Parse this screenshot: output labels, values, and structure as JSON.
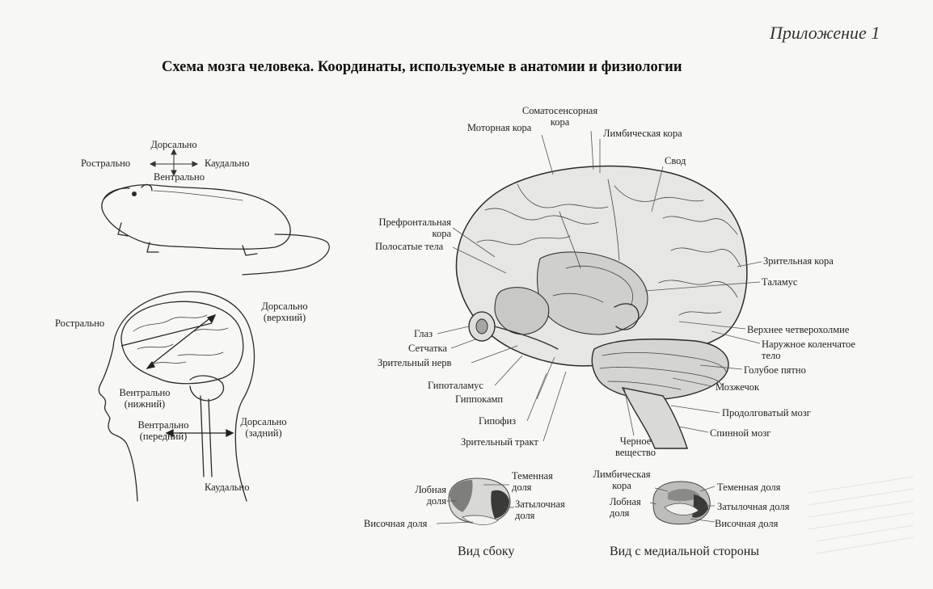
{
  "header": {
    "appendix": "Приложение 1",
    "title": "Схема мозга человека. Координаты, используемые в анатомии и физиологии"
  },
  "rat": {
    "dorsal": "Дорсально",
    "rostral": "Рострально",
    "caudal": "Каудально",
    "ventral": "Вентрально"
  },
  "head": {
    "rostral": "Рострально",
    "dorsal_top_1": "Дорсально",
    "dorsal_top_2": "(верхний)",
    "ventral_lower_1": "Вентрально",
    "ventral_lower_2": "(нижний)",
    "ventral_front_1": "Вентрально",
    "ventral_front_2": "(передний)",
    "dorsal_back_1": "Дорсально",
    "dorsal_back_2": "(задний)",
    "caudal": "Каудально"
  },
  "brain_labels": {
    "somatosensory_1": "Соматосенсорная",
    "somatosensory_2": "кора",
    "motor": "Моторная кора",
    "limbic": "Лимбическая кора",
    "fornix": "Свод",
    "prefrontal_1": "Префронтальная",
    "prefrontal_2": "кора",
    "striatum": "Полосатые тела",
    "visual_cortex": "Зрительная кора",
    "thalamus": "Таламус",
    "eye": "Глаз",
    "superior_colliculus": "Верхнее четверохолмие",
    "retina": "Сетчатка",
    "lgn_1": "Наружное коленчатое",
    "lgn_2": "тело",
    "optic_nerve": "Зрительный нерв",
    "locus_coeruleus": "Голубое пятно",
    "hypothalamus": "Гипоталамус",
    "cerebellum": "Мозжечок",
    "hippocampus": "Гиппокамп",
    "medulla": "Продолговатый мозг",
    "pituitary": "Гипофиз",
    "spinal_cord": "Спинной мозг",
    "optic_tract": "Зрительный тракт",
    "substantia_nigra_1": "Черное",
    "substantia_nigra_2": "вещество"
  },
  "side_view": {
    "parietal_1": "Теменная",
    "parietal_2": "доля",
    "frontal_1": "Лобная",
    "frontal_2": "доля",
    "occipital_1": "Затылочная",
    "occipital_2": "доля",
    "temporal": "Височная доля",
    "caption": "Вид сбоку"
  },
  "medial_view": {
    "limbic_1": "Лимбическая",
    "limbic_2": "кора",
    "parietal": "Теменная доля",
    "frontal_1": "Лобная",
    "frontal_2": "доля",
    "occipital": "Затылочная доля",
    "temporal": "Височная доля",
    "caption": "Вид с медиальной стороны"
  }
}
